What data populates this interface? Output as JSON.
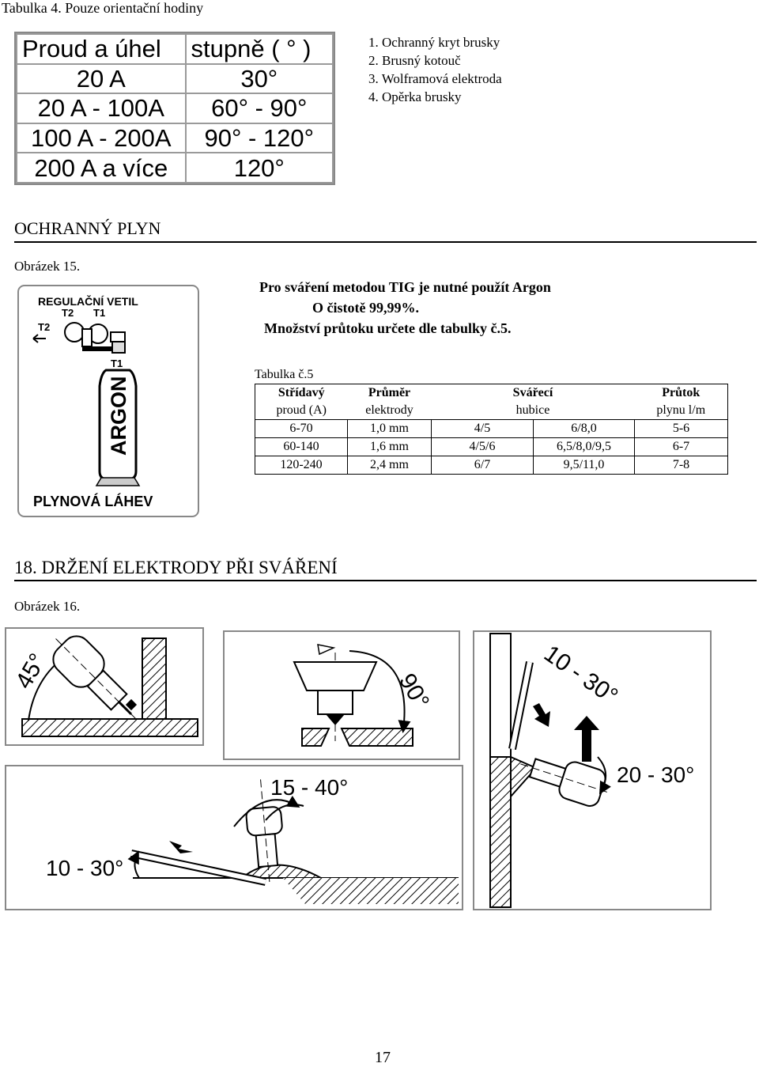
{
  "top_caption": "Tabulka 4. Pouze orientační hodiny",
  "table4": {
    "rows": [
      [
        "Proud a úhel",
        "stupně ( ° )"
      ],
      [
        "20 A",
        "30°"
      ],
      [
        "20 A - 100A",
        "60° - 90°"
      ],
      [
        "100 A - 200A",
        "90° - 120°"
      ],
      [
        "200 A a více",
        "120°"
      ]
    ]
  },
  "parts_list": [
    "1.  Ochranný kryt brusky",
    "2.  Brusný kotouč",
    "3.  Wolframová elektroda",
    "4.  Opěrka brusky"
  ],
  "section_gas": {
    "title": "OCHRANNÝ PLYN",
    "figure_caption": "Obrázek 15.",
    "text_lines": [
      "Pro sváření metodou TIG je nutné použít Argon",
      "O čistotě 99,99%.",
      "Množství průtoku určete dle tabulky č.5."
    ],
    "figure": {
      "regulator_label": "REGULAČNÍ VETIL",
      "t2": "T2",
      "t1": "T1",
      "bottle_t1": "T1",
      "bottle_text": "ARGON",
      "bottle_label": "PLYNOVÁ LÁHEV"
    }
  },
  "table5": {
    "caption": "Tabulka č.5",
    "header_line1": [
      "Střídavý",
      "Průměr",
      "Svářecí",
      "Průtok"
    ],
    "header_line2": [
      "proud (A)",
      "elektrody",
      "hubice",
      "plynu l/m"
    ],
    "rows": [
      [
        "6-70",
        "1,0 mm",
        "4/5",
        "6/8,0",
        "5-6"
      ],
      [
        "60-140",
        "1,6 mm",
        "4/5/6",
        "6,5/8,0/9,5",
        "6-7"
      ],
      [
        "120-240",
        "2,4 mm",
        "6/7",
        "9,5/11,0",
        "7-8"
      ]
    ]
  },
  "section_electrode": {
    "title": "18. DRŽENÍ ELEKTRODY PŘI SVÁŘENÍ",
    "figure_caption": "Obrázek 16.",
    "angles": {
      "a45": "45°",
      "a90": "90°",
      "a10_30_top": "10 - 30°",
      "a20_30": "20 - 30°",
      "a15_40": "15 - 40°",
      "a10_30_bottom": "10 - 30°"
    }
  },
  "page_number": "17"
}
